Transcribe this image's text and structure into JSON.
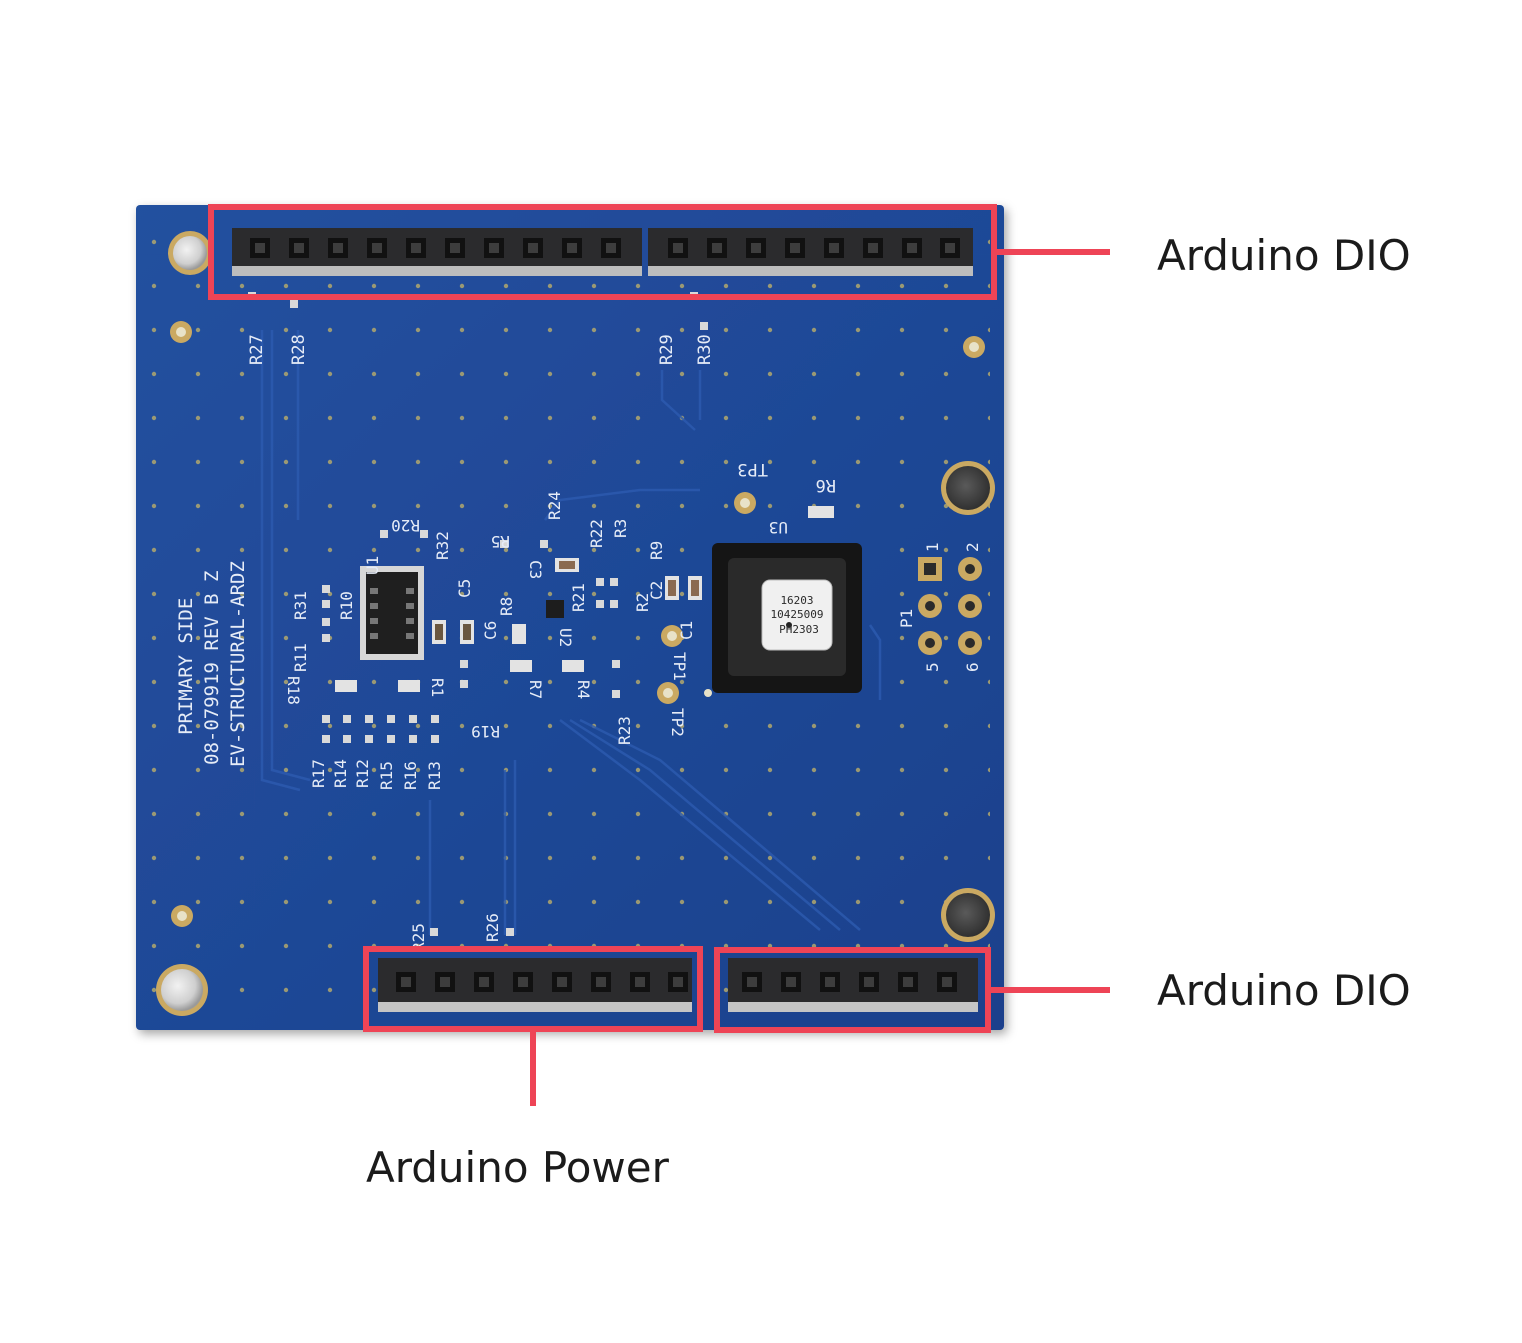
{
  "board": {
    "silkscreen_lines": [
      "PRIMARY SIDE",
      "08-079919 REV B Z",
      "EV-STRUCTURAL-ARDZ"
    ],
    "sensor_marking": [
      "16203",
      "10425009",
      "PH2303"
    ],
    "refdes": {
      "r27": "R27",
      "r28": "R28",
      "r29": "R29",
      "r30": "R30",
      "tp1": "TP1",
      "tp2": "TP2",
      "tp3": "TP3",
      "r6": "R6",
      "u3": "U3",
      "u1": "U1",
      "u2": "U2",
      "r20": "R20",
      "r32": "R32",
      "r24": "R24",
      "r5": "R5",
      "c3": "C3",
      "r22": "R22",
      "r3": "R3",
      "r9": "R9",
      "r2": "R2",
      "c2": "C2",
      "c1": "C1",
      "r21": "R21",
      "r8": "R8",
      "c6": "C6",
      "c5": "C5",
      "r10": "R10",
      "r31": "R31",
      "r11": "R11",
      "r18": "R18",
      "r1": "R1",
      "r19": "R19",
      "r7": "R7",
      "r4": "R4",
      "r23": "R23",
      "r17": "R17",
      "r14": "R14",
      "r12": "R12",
      "r15": "R15",
      "r16": "R16",
      "r13": "R13",
      "r25": "R25",
      "r26": "R26",
      "p1": "P1",
      "p1_pin1": "1",
      "p1_pin2": "2",
      "p1_pin5": "5",
      "p1_pin6": "6"
    }
  },
  "callouts": {
    "dio_top": "Arduino DIO",
    "dio_bottom": "Arduino DIO",
    "power": "Arduino Power"
  },
  "colors": {
    "highlight": "#ee4456",
    "board_blue": "#1f4a9a",
    "header_black": "#2b2b2d"
  }
}
